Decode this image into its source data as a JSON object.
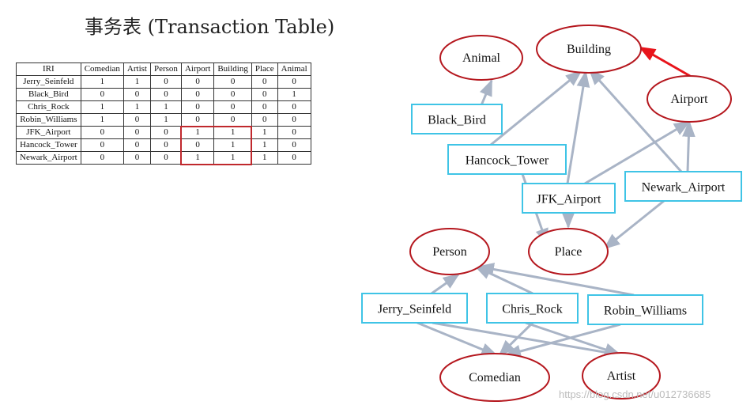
{
  "title": "事务表 (Transaction Table)",
  "table": {
    "headers": [
      "IRI",
      "Comedian",
      "Artist",
      "Person",
      "Airport",
      "Building",
      "Place",
      "Animal"
    ],
    "rows": [
      {
        "iri": "Jerry_Seinfeld",
        "values": [
          1,
          1,
          0,
          0,
          0,
          0,
          0
        ]
      },
      {
        "iri": "Black_Bird",
        "values": [
          0,
          0,
          0,
          0,
          0,
          0,
          1
        ]
      },
      {
        "iri": "Chris_Rock",
        "values": [
          1,
          1,
          1,
          0,
          0,
          0,
          0
        ]
      },
      {
        "iri": "Robin_Williams",
        "values": [
          1,
          0,
          1,
          0,
          0,
          0,
          0
        ]
      },
      {
        "iri": "JFK_Airport",
        "values": [
          0,
          0,
          0,
          1,
          1,
          1,
          0
        ]
      },
      {
        "iri": "Hancock_Tower",
        "values": [
          0,
          0,
          0,
          0,
          1,
          1,
          0
        ]
      },
      {
        "iri": "Newark_Airport",
        "values": [
          0,
          0,
          0,
          1,
          1,
          1,
          0
        ]
      }
    ],
    "highlight_color": "#c0282d"
  },
  "graph": {
    "class_nodes": [
      {
        "id": "animal",
        "label": "Animal"
      },
      {
        "id": "building",
        "label": "Building"
      },
      {
        "id": "airport",
        "label": "Airport"
      },
      {
        "id": "place",
        "label": "Place"
      },
      {
        "id": "person",
        "label": "Person"
      },
      {
        "id": "comedian",
        "label": "Comedian"
      },
      {
        "id": "artist",
        "label": "Artist"
      }
    ],
    "instance_nodes": [
      {
        "id": "black_bird",
        "label": "Black_Bird"
      },
      {
        "id": "hancock_tower",
        "label": "Hancock_Tower"
      },
      {
        "id": "jfk_airport",
        "label": "JFK_Airport"
      },
      {
        "id": "newark_airport",
        "label": "Newark_Airport"
      },
      {
        "id": "jerry_seinfeld",
        "label": "Jerry_Seinfeld"
      },
      {
        "id": "chris_rock",
        "label": "Chris_Rock"
      },
      {
        "id": "robin_williams",
        "label": "Robin_Williams"
      }
    ],
    "edges": [
      {
        "from": "black_bird",
        "to": "animal"
      },
      {
        "from": "hancock_tower",
        "to": "building"
      },
      {
        "from": "hancock_tower",
        "to": "place"
      },
      {
        "from": "jfk_airport",
        "to": "building"
      },
      {
        "from": "jfk_airport",
        "to": "airport"
      },
      {
        "from": "jfk_airport",
        "to": "place"
      },
      {
        "from": "newark_airport",
        "to": "building"
      },
      {
        "from": "newark_airport",
        "to": "airport"
      },
      {
        "from": "newark_airport",
        "to": "place"
      },
      {
        "from": "airport",
        "to": "building",
        "highlight": true
      },
      {
        "from": "jerry_seinfeld",
        "to": "person"
      },
      {
        "from": "jerry_seinfeld",
        "to": "comedian"
      },
      {
        "from": "jerry_seinfeld",
        "to": "artist"
      },
      {
        "from": "chris_rock",
        "to": "person"
      },
      {
        "from": "chris_rock",
        "to": "comedian"
      },
      {
        "from": "chris_rock",
        "to": "artist"
      },
      {
        "from": "robin_williams",
        "to": "person"
      },
      {
        "from": "robin_williams",
        "to": "comedian"
      }
    ],
    "colors": {
      "class_border": "#b5171e",
      "instance_border": "#3fc4e6",
      "edge": "#a9b4c6",
      "highlight_edge": "#e8141b"
    }
  },
  "watermark": "https://blog.csdn.net/u012736685"
}
